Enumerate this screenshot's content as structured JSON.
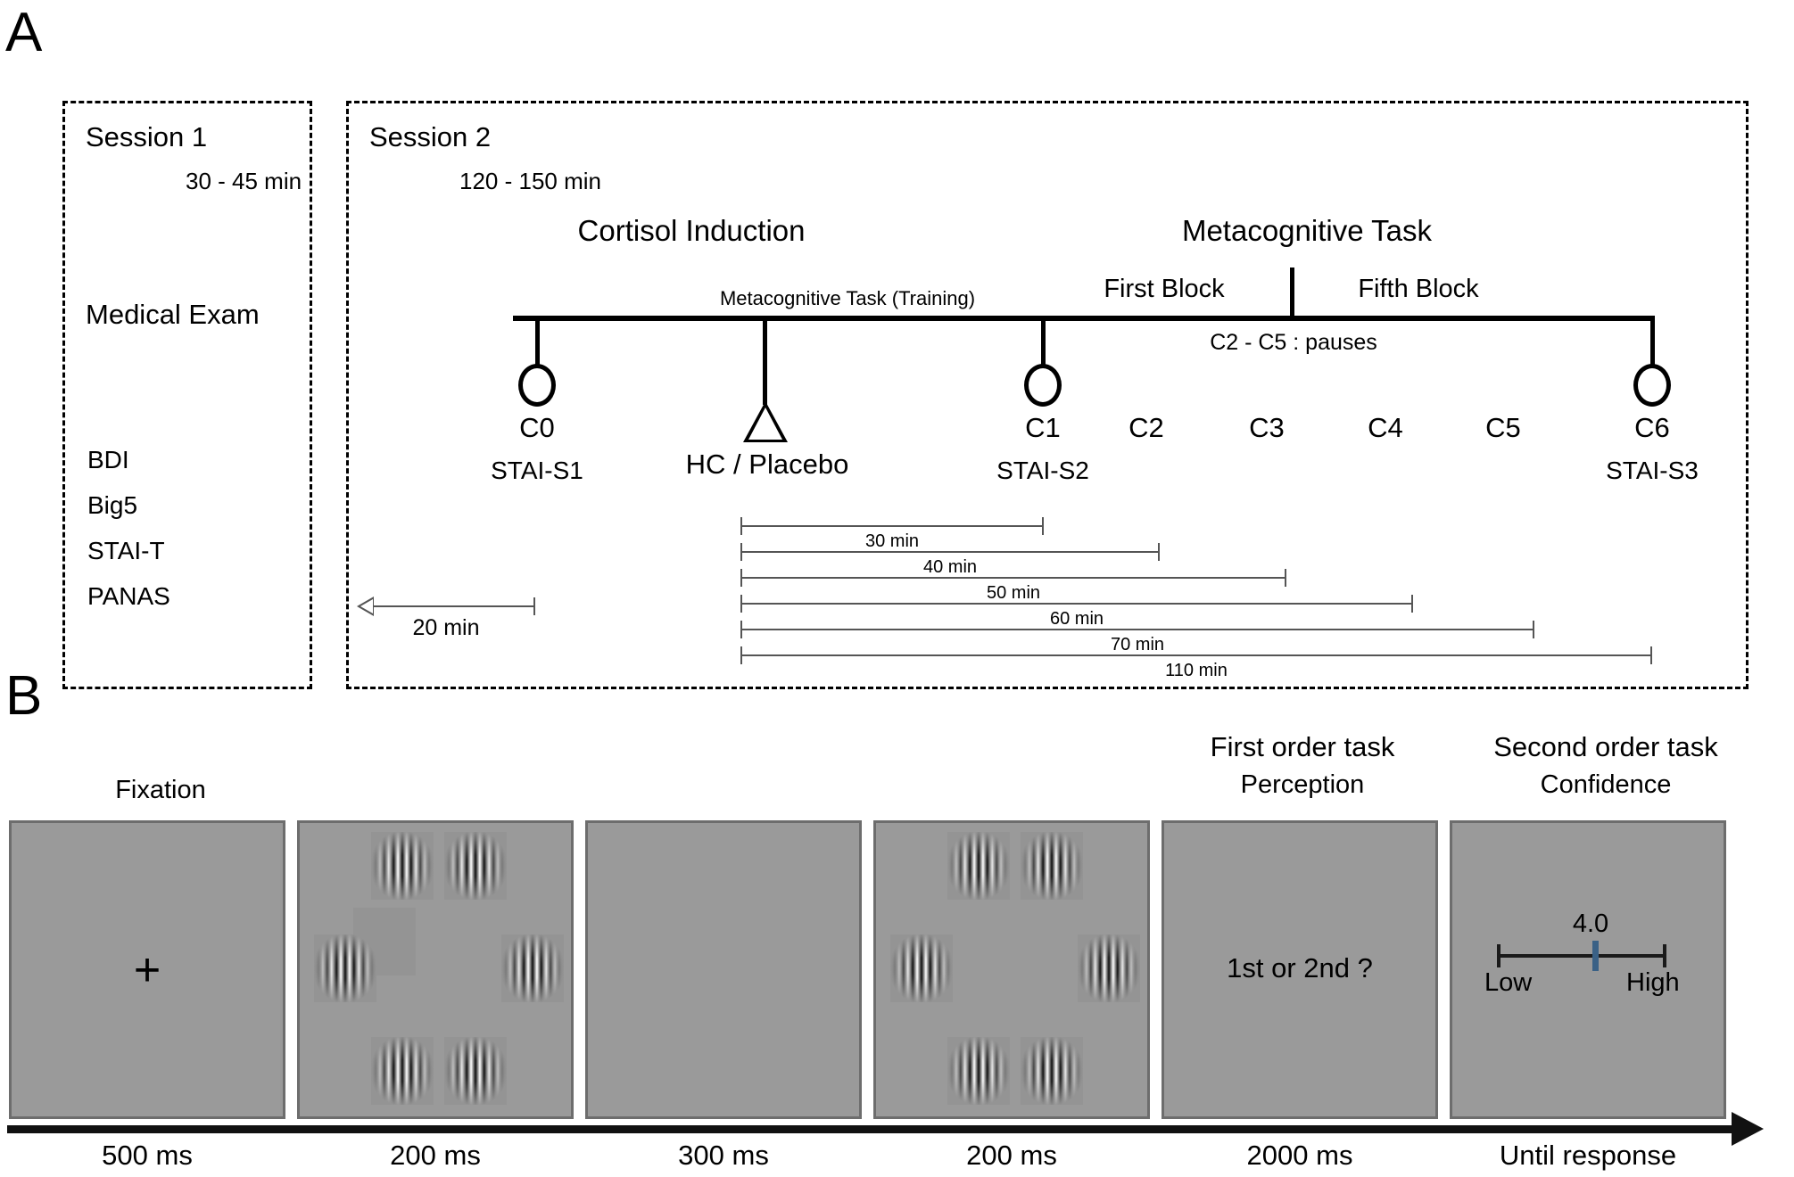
{
  "panels": {
    "a_letter": "A",
    "b_letter": "B"
  },
  "session1": {
    "title": "Session 1",
    "duration": "30 - 45 min",
    "exam": "Medical Exam",
    "questionnaires": [
      "BDI",
      "Big5",
      "STAI-T",
      "PANAS"
    ],
    "bar": {
      "label": "20 min"
    }
  },
  "session2": {
    "title": "Session 2",
    "duration": "120 - 150 min",
    "headings": {
      "cortisol": "Cortisol Induction",
      "metacognitive": "Metacognitive Task",
      "training": "Metacognitive Task (Training)",
      "first_block": "First Block",
      "fifth_block": "Fifth Block",
      "pauses": "C2 - C5 : pauses"
    },
    "samples": [
      {
        "id": "C0",
        "sub": "STAI-S1"
      },
      {
        "id": "C1",
        "sub": "STAI-S2"
      },
      {
        "id": "C2",
        "sub": ""
      },
      {
        "id": "C3",
        "sub": ""
      },
      {
        "id": "C4",
        "sub": ""
      },
      {
        "id": "C5",
        "sub": ""
      },
      {
        "id": "C6",
        "sub": "STAI-S3"
      }
    ],
    "treatment": "HC / Placebo",
    "duration_bars": [
      {
        "label": "30 min"
      },
      {
        "label": "40 min"
      },
      {
        "label": "50 min"
      },
      {
        "label": "60 min"
      },
      {
        "label": "70 min"
      },
      {
        "label": "110 min"
      }
    ]
  },
  "trial": {
    "task_headers": {
      "first_order_title": "First order task",
      "first_order_sub": "Perception",
      "second_order_title": "Second order task",
      "second_order_sub": "Confidence"
    },
    "fixation_label": "Fixation",
    "screens": [
      {
        "name": "fixation",
        "duration": "500 ms",
        "content": "+"
      },
      {
        "name": "stimulus1",
        "duration": "200 ms",
        "content": ""
      },
      {
        "name": "blank",
        "duration": "300 ms",
        "content": ""
      },
      {
        "name": "stimulus2",
        "duration": "200 ms",
        "content": ""
      },
      {
        "name": "perception",
        "duration": "2000 ms",
        "content": "1st or 2nd ?"
      },
      {
        "name": "confidence",
        "duration": "Until response",
        "content": ""
      }
    ],
    "confidence_scale": {
      "value": "4.0",
      "low": "Low",
      "high": "High",
      "marker_color": "#3a6186"
    }
  },
  "colors": {
    "screen_gray": "#9a9a9a",
    "screen_border": "#6d6d6d",
    "ink": "#000000",
    "bar_gray": "#555555",
    "confidence_marker": "#3a6186"
  }
}
